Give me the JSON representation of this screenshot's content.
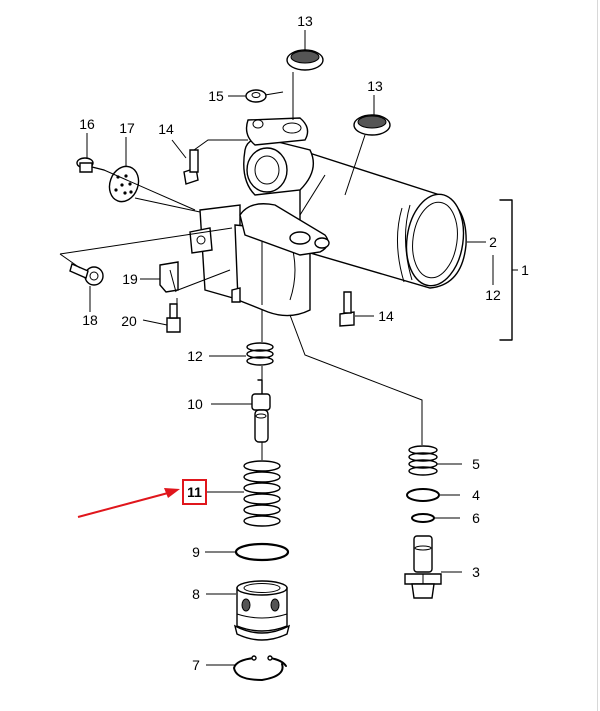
{
  "callouts": {
    "c13a": "13",
    "c13b": "13",
    "c15": "15",
    "c16": "16",
    "c17": "17",
    "c14a": "14",
    "c14b": "14",
    "c2": "2",
    "c12a": "12",
    "c1": "1",
    "c19": "19",
    "c18": "18",
    "c20": "20",
    "c12b": "12",
    "c10": "10",
    "c5": "5",
    "c4": "4",
    "c6": "6",
    "c3": "3",
    "c11": "11",
    "c9": "9",
    "c8": "8",
    "c7": "7"
  },
  "highlight": {
    "color": "#e0161c",
    "target": "11"
  }
}
